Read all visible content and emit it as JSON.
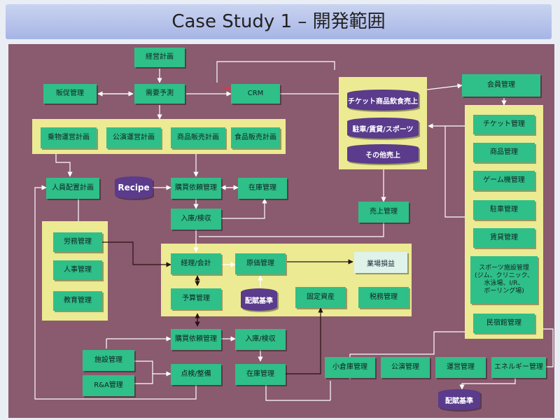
{
  "title": "Case Study 1 – 開発範囲",
  "nodes": {
    "keiei": "経営計画",
    "hansoku": "販促管理",
    "juyo": "需要予測",
    "crm": "CRM",
    "kaiin": "会員管理",
    "jyobutsu": "乗物運営計画",
    "koen_keikaku": "公演運営計画",
    "shohin_hanbai": "商品販売計画",
    "shokuhin_hanbai": "食品販売計画",
    "ticket_shohin": "チケット商品飲食売上",
    "chusha_sport": "駐車/賃貸/スポーツ",
    "sonota": "その他売上",
    "jinin": "人員配置計画",
    "recipe": "Recipe",
    "kobai1": "購買依頼管理",
    "zaiko1": "在庫管理",
    "nyuko1": "入庫/検収",
    "uriage": "売上管理",
    "romu": "労務管理",
    "jinji": "人事管理",
    "kyoiku": "教育管理",
    "keiri": "経理/会計",
    "genka": "原価管理",
    "gyoseki": "業場損益",
    "yosan": "予算管理",
    "haifu1": "配賦基準",
    "kotei": "固定資産",
    "zeimu": "税務管理",
    "ticket_kanri": "チケット管理",
    "shohin_kanri": "商品管理",
    "game": "ゲーム機管理",
    "chusha_kanri": "駐車管理",
    "chintai": "賃貸管理",
    "sports": "スポーツ施設管理\n(ジム、クリニック、\n水泳場、I/R、\nボーリング場)",
    "minshuku": "民宿館管理",
    "kobai2": "購買依頼管理",
    "nyuko2": "入庫/検収",
    "shisetsu": "施設管理",
    "ra": "R&A管理",
    "tenken": "点検/整備",
    "zaiko2": "在庫管理",
    "kosoko": "小倉庫管理",
    "koen_kanri": "公演管理",
    "uneikanri": "運営管理",
    "energy": "エネルギー管理",
    "haifu2": "配賦基準"
  }
}
